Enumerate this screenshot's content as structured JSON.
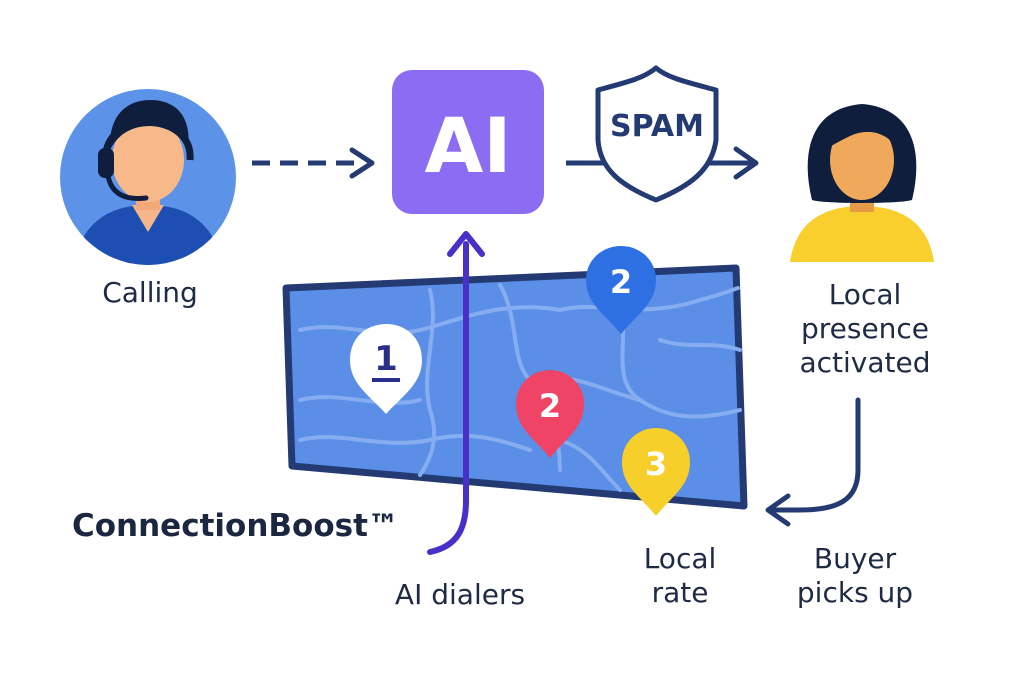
{
  "caller": {
    "label": "Calling"
  },
  "ai_box": {
    "text": "AI"
  },
  "spam_shield": {
    "text": "SPAM"
  },
  "buyer": {
    "status_lines": [
      "Local",
      "presence",
      "activated"
    ],
    "pickup_lines": [
      "Buyer",
      "picks up"
    ]
  },
  "map": {
    "pins": [
      {
        "number": "1",
        "color": "#ffffff",
        "text_color": "#2a2f8a"
      },
      {
        "number": "2",
        "color": "#2f6fe4",
        "text_color": "#ffffff"
      },
      {
        "number": "2",
        "color": "#ef4465",
        "text_color": "#ffffff"
      },
      {
        "number": "3",
        "color": "#f6cf2a",
        "text_color": "#ffffff"
      }
    ],
    "local_rate_lines": [
      "Local",
      "rate"
    ]
  },
  "ai_dialers": {
    "label": "AI dialers"
  },
  "brand": {
    "name": "ConnectionBoost™"
  },
  "colors": {
    "ai_purple": "#8b6cf2",
    "navy": "#243a73",
    "map_blue": "#5b8ee6",
    "arrow_purple": "#4a2fc9"
  }
}
